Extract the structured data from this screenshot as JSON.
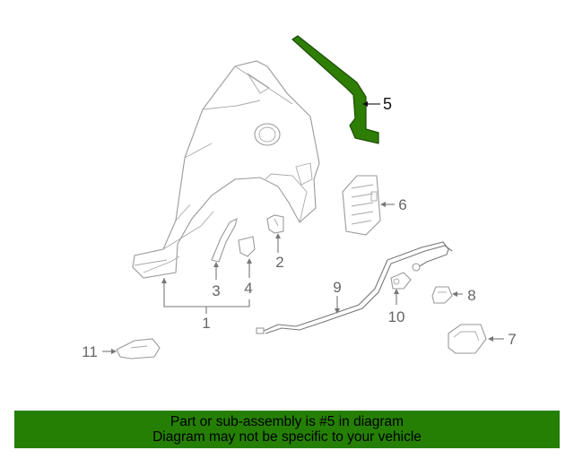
{
  "diagram": {
    "callouts": {
      "c1": "1",
      "c2": "2",
      "c3": "3",
      "c4": "4",
      "c5": "5",
      "c6": "6",
      "c7": "7",
      "c8": "8",
      "c9": "9",
      "c10": "10",
      "c11": "11"
    },
    "highlighted_part": "5",
    "highlight_color": "#2e7d05"
  },
  "banner": {
    "line1": "Part or sub-assembly is #5 in diagram",
    "line2": "Diagram may not be specific to your vehicle",
    "color": "#257f04"
  }
}
